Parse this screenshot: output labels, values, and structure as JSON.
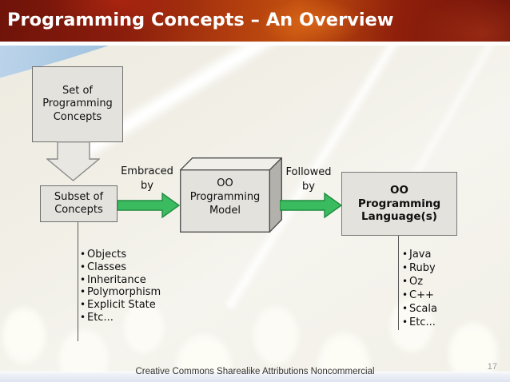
{
  "slide": {
    "title": "Programming Concepts – An Overview",
    "footer_text": "Creative Commons Sharealike Attributions Noncommercial",
    "page_number": "17"
  },
  "diagram": {
    "box_set": {
      "label": "Set of\nProgramming\nConcepts"
    },
    "box_subset": {
      "label": "Subset of\nConcepts"
    },
    "label_embraced": "Embraced\nby",
    "box_model": {
      "label": "OO\nProgramming\nModel"
    },
    "label_followed": "Followed\nby",
    "box_languages": {
      "label": "OO\nProgramming\nLanguage(s)"
    },
    "concepts_list": [
      "Objects",
      "Classes",
      "Inheritance",
      "Polymorphism",
      "Explicit State",
      "Etc..."
    ],
    "languages_list": [
      "Java",
      "Ruby",
      "Oz",
      "C++",
      "Scala",
      "Etc..."
    ]
  },
  "colors": {
    "header_red_dark": "#6f130a",
    "header_orange": "#c2500f",
    "title_text": "#ffffff",
    "sky_blue": "#9dc0de",
    "box_fill": "#e4e2dd",
    "box_border": "#6f6f6f",
    "cube_top": "#f0efe9",
    "cube_side": "#b3b1ab",
    "cube_border": "#4a4a4a",
    "arrow_green": "#3abb60",
    "arrow_green_border": "#1f8c3e",
    "hollow_arrow_fill": "#e9e7e2",
    "hollow_arrow_border": "#8a8a8a",
    "text_color": "#0f0f0f",
    "connector": "#5a5a5a",
    "footer_text": "#333333",
    "page_number": "#9a9a9a",
    "bottom_strip": "#dde4f0"
  }
}
